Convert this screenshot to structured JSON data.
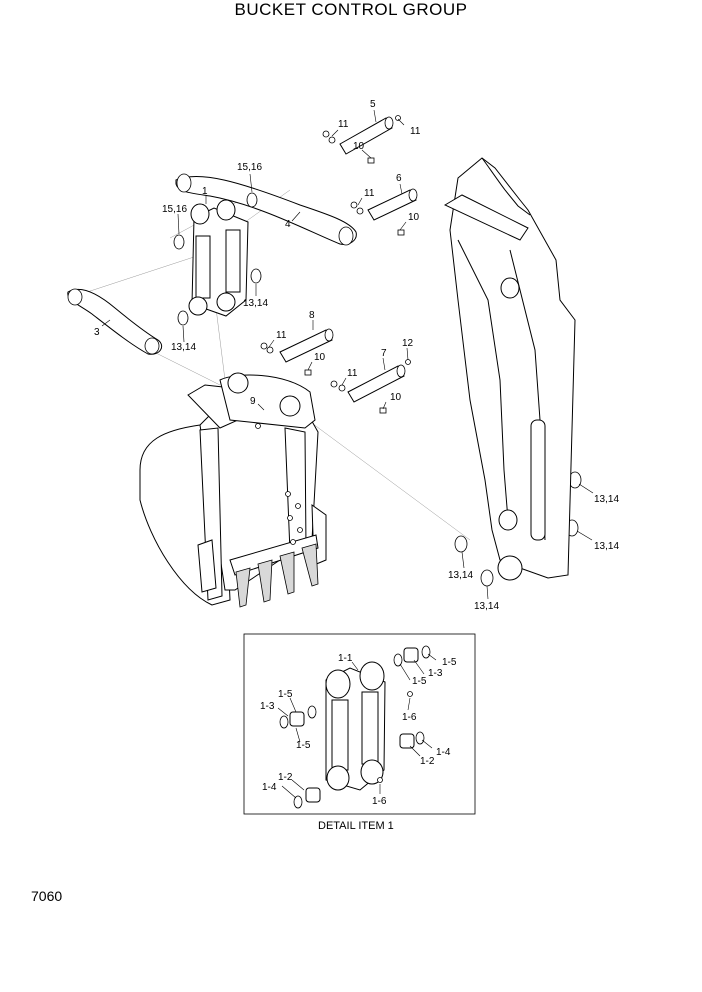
{
  "page": {
    "title": "BUCKET CONTROL GROUP",
    "page_number": "7060"
  },
  "callouts": {
    "c5": "5",
    "c11a": "11",
    "c11b": "11",
    "c10a": "10",
    "c6": "6",
    "c11c": "11",
    "c10b": "10",
    "c4": "4",
    "c1516a": "15,16",
    "c1": "1",
    "c1516b": "15,16",
    "c1314a": "13,14",
    "c3": "3",
    "c1314b": "13,14",
    "c8": "8",
    "c11d": "11",
    "c10c": "10",
    "c12": "12",
    "c7": "7",
    "c11e": "11",
    "c10d": "10",
    "c9": "9",
    "c1314c": "13,14",
    "c1314d": "13,14",
    "c1314e": "13,14",
    "c1314f": "13,14"
  },
  "detail": {
    "caption": "DETAIL ITEM 1",
    "callouts": {
      "d11": "1-1",
      "d15a": "1-5",
      "d13a": "1-3",
      "d15b": "1-5",
      "d15c": "1-5",
      "d13b": "1-3",
      "d15d": "1-5",
      "d16a": "1-6",
      "d14a": "1-4",
      "d12a": "1-2",
      "d12b": "1-2",
      "d14b": "1-4",
      "d16b": "1-6"
    }
  }
}
